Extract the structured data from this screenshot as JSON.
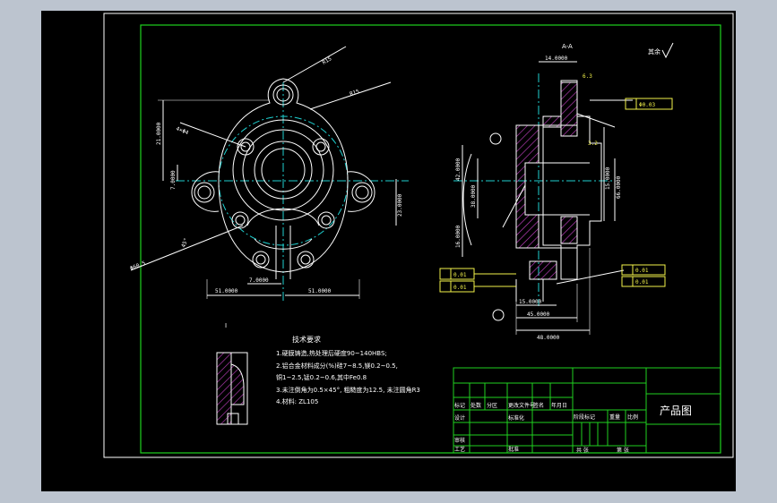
{
  "colors": {
    "background": "#bcc4cf",
    "sheet": "#000000",
    "frame": "#ffffff",
    "border": "#1fd11f",
    "center_line": "#1fd1d1",
    "geometry": "#ffffff",
    "dimension": "#ffffff",
    "hatch": "#c040c0",
    "annotation": "#f2f24a"
  },
  "views": {
    "section_label": "A-A",
    "detail_label": "I"
  },
  "roughness": {
    "top_right": "其余"
  },
  "dimensions": {
    "left_w": "51.0000",
    "right_w": "51.0000",
    "bottom_w": "7.0000",
    "h_21": "21.0000",
    "h_7": "7.0000",
    "r_big": "R15",
    "r_small": "R15",
    "phi_front": "Φ4",
    "hole_lbl": "4×Φ4",
    "dia_lbl": "Φ60.5",
    "angle_lbl": "45°",
    "sec_top": "14.0000",
    "sec_15a": "15.0000",
    "sec_15b": "15.0000",
    "sec_h1": "42.0000",
    "sec_h2": "23.0000",
    "sec_h3": "16.0000",
    "sec_h4": "38.0000",
    "sec_right": "66.0000",
    "sec_bot1": "48.0000",
    "sec_bot2": "45.0000",
    "sec_bot3": "48.0000",
    "sec_small": "6.3",
    "sec_small2": "3.2",
    "tol_left_1": "0.01",
    "tol_left_2": "0.01",
    "tol_right": "0.01",
    "tol_right_2": "0.01",
    "tol_top": "Φ0.03"
  },
  "tech": {
    "title": "技术要求",
    "lines": [
      "1.硬膜铸造,热处理后硬度90~140HBS;",
      "2.铝合金材料成分(%)硅7~8.5,镁0.2~0.5,",
      "  铜1~2.5,锰0.2~0.6,其中Fe0.8",
      "3.未注倒角为0.5×45°, 粗糙度为12.5, 未注圆角R3",
      "4.材料: ZL105"
    ]
  },
  "title_block": {
    "product_name": "产品图",
    "row_headers": [
      "标记",
      "处数",
      "分区",
      "更改文件号",
      "签名",
      "年月日"
    ],
    "designer": "设计",
    "standard": "标准化",
    "review": "审核",
    "process": "工艺",
    "approve": "批准",
    "stage": "阶段标记",
    "weight": "重量",
    "scale": "比例",
    "sheet_total": "共 张",
    "sheet_no": "第 张"
  }
}
